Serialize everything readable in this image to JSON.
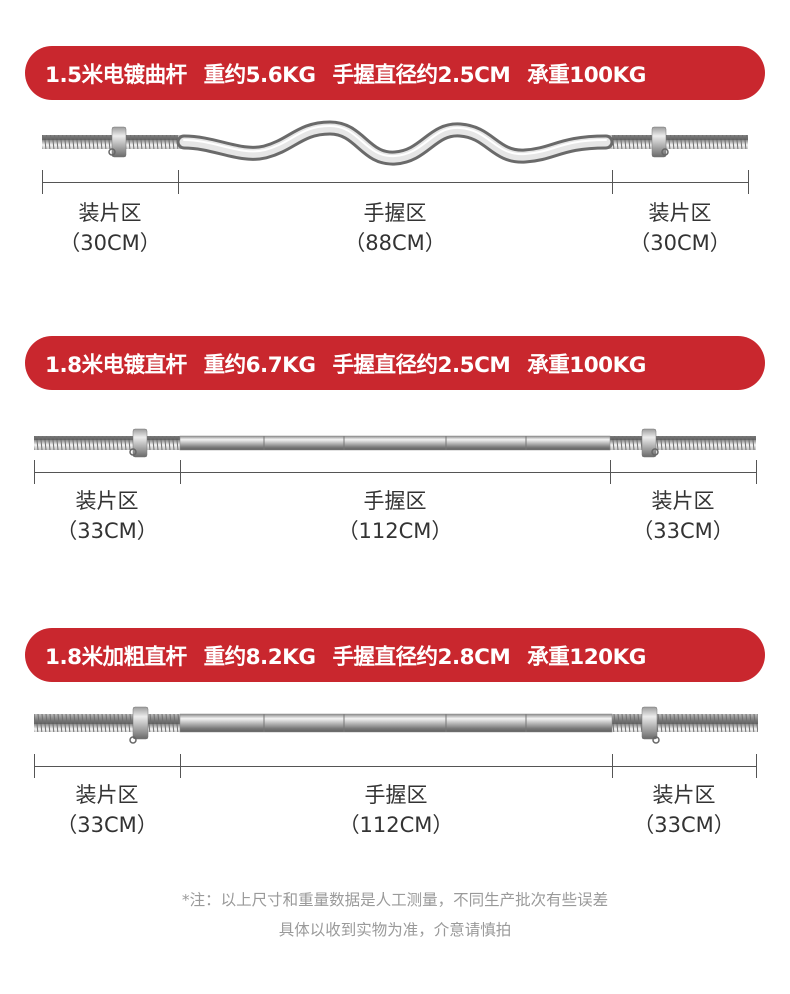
{
  "colors": {
    "banner": "#c9272e",
    "banner_text": "#ffffff",
    "text": "#333333",
    "note": "#9a9a9a"
  },
  "products": [
    {
      "title": "1.5米电镀曲杆",
      "weight": "重约5.6KG",
      "grip": "手握直径约2.5CM",
      "load": "承重100KG",
      "bar_type": "curl",
      "zones": [
        {
          "label": "装片区",
          "length": "（30CM）"
        },
        {
          "label": "手握区",
          "length": "（88CM）"
        },
        {
          "label": "装片区",
          "length": "（30CM）"
        }
      ]
    },
    {
      "title": "1.8米电镀直杆",
      "weight": "重约6.7KG",
      "grip": "手握直径约2.5CM",
      "load": "承重100KG",
      "bar_type": "straight",
      "zones": [
        {
          "label": "装片区",
          "length": "（33CM）"
        },
        {
          "label": "手握区",
          "length": "（112CM）"
        },
        {
          "label": "装片区",
          "length": "（33CM）"
        }
      ]
    },
    {
      "title": "1.8米加粗直杆",
      "weight": "重约8.2KG",
      "grip": "手握直径约2.8CM",
      "load": "承重120KG",
      "bar_type": "thick",
      "zones": [
        {
          "label": "装片区",
          "length": "（33CM）"
        },
        {
          "label": "手握区",
          "length": "（112CM）"
        },
        {
          "label": "装片区",
          "length": "（33CM）"
        }
      ]
    }
  ],
  "note": {
    "line1": "*注：以上尺寸和重量数据是人工测量，不同生产批次有些误差",
    "line2": "具体以收到实物为准，介意请慎拍"
  }
}
